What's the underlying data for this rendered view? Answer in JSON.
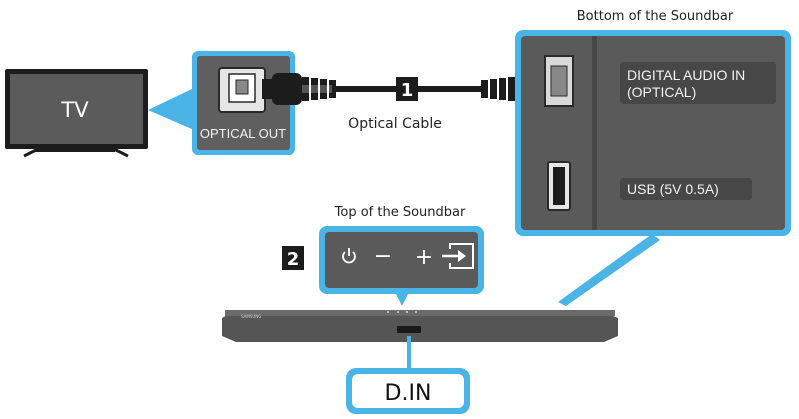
{
  "tv": {
    "label": "TV"
  },
  "tv_port": {
    "label": "OPTICAL OUT"
  },
  "cable": {
    "label": "Optical Cable",
    "step": "1"
  },
  "bottom_panel": {
    "title": "Bottom of the Soundbar",
    "optical_label_line1": "DIGITAL AUDIO IN",
    "optical_label_line2": "(OPTICAL)",
    "usb_label": "USB (5V 0.5A)"
  },
  "top_panel": {
    "title": "Top of the Soundbar",
    "step": "2",
    "buttons": [
      {
        "name": "power",
        "icon": "power-icon"
      },
      {
        "name": "volume-down",
        "glyph": "−"
      },
      {
        "name": "volume-up",
        "glyph": "+"
      },
      {
        "name": "source",
        "icon": "source-input-icon"
      }
    ]
  },
  "soundbar": {
    "brand": "SAMSUNG",
    "display": "D.IN"
  },
  "colors": {
    "accent": "#4ab4e6",
    "panel_dark": "#5a5a5a",
    "bar": "#555555",
    "dark": "#1a1a1a"
  }
}
